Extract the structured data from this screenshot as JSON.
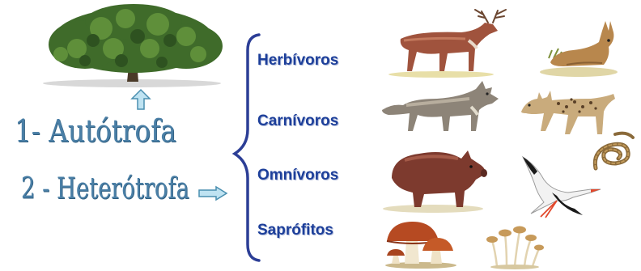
{
  "labels": {
    "autotrofa": "1- Autótrofa",
    "heterotrofa": "2 - Heterótrofa"
  },
  "categories": [
    {
      "label": "Herbívoros",
      "animals": [
        "deer-illustration",
        "hare-illustration"
      ]
    },
    {
      "label": "Carnívoros",
      "animals": [
        "wolf-illustration",
        "lynx-illustration",
        "snake-illustration"
      ]
    },
    {
      "label": "Omnívoros",
      "animals": [
        "boar-illustration",
        "stork-illustration"
      ]
    },
    {
      "label": "Saprófitos",
      "animals": [
        "red-mushroom-illustration",
        "small-mushrooms-illustration"
      ]
    }
  ],
  "colors": {
    "label_blue": "#4a7fa6",
    "category_blue": "#1d3f9a",
    "brace": "#2c3e96",
    "arrow_fill": "#bfe3f2"
  },
  "icons": [
    "tree-icon",
    "up-arrow-icon",
    "right-arrow-icon",
    "brace-icon"
  ]
}
